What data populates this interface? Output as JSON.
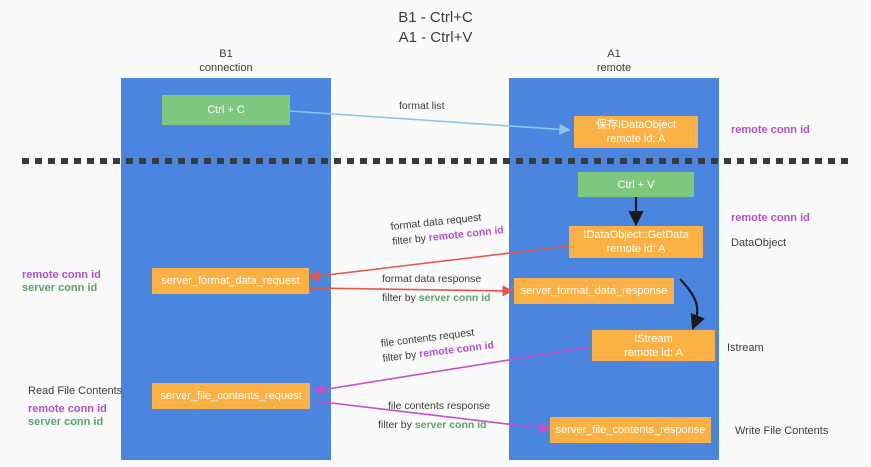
{
  "title": {
    "line1": "B1 - Ctrl+C",
    "line2": "A1 - Ctrl+V"
  },
  "lanes": [
    {
      "id": "b1",
      "name": "B1",
      "role": "connection"
    },
    {
      "id": "a1",
      "name": "A1",
      "role": "remote"
    }
  ],
  "colors": {
    "lane": "#4a86e0",
    "action": "#7ec77e",
    "object": "#fbb143",
    "remote_conn_id": "#b14fd8",
    "server_conn_id": "#5aa469",
    "background": "#fafafa",
    "divider": "#3a3a3a",
    "arrow_format_list": "#8fc4ea",
    "arrow_format_data": "#e8574b",
    "arrow_file_contents": "#c84fc8",
    "arrow_internal": "#1a1a1a"
  },
  "nodes": {
    "ctrl_c": {
      "label": "Ctrl + C"
    },
    "save_idataobject": {
      "line1": "保存IDataObject",
      "line2": "remote id: A"
    },
    "ctrl_v": {
      "label": "Ctrl + V"
    },
    "getdata": {
      "line1": "IDataObject::GetData",
      "line2": "remote id: A"
    },
    "server_format_data_request": {
      "label": "server_format_data_request"
    },
    "server_format_data_response": {
      "label": "server_format_data_response"
    },
    "istream": {
      "line1": "IStream",
      "line2": "remote id: A"
    },
    "server_file_contents_request": {
      "label": "server_file_contents_request"
    },
    "server_file_contents_response": {
      "label": "server_file_contents_response"
    }
  },
  "edges": {
    "format_list": {
      "label": "format list"
    },
    "format_data_request": {
      "line1": "format data request",
      "prefix": "filter by ",
      "id_label": "remote conn id"
    },
    "format_data_response": {
      "line1": "format data response",
      "prefix": "filter by ",
      "id_label": "server conn id"
    },
    "file_contents_request": {
      "line1": "file contents request",
      "prefix": "filter by ",
      "id_label": "remote conn id"
    },
    "file_contents_response": {
      "line1": "file contents response",
      "prefix": "filter by ",
      "id_label": "server conn id"
    }
  },
  "annotations": {
    "right_remote_conn_id_top": "remote conn id",
    "right_remote_conn_id_mid": "remote conn id",
    "right_dataobject": "DataObject",
    "right_istream": "Istream",
    "right_write_file_contents": "Write File Contents",
    "left_remote_conn_id_mid": "remote conn id",
    "left_server_conn_id_mid": "server conn id",
    "left_read_file_contents": "Read File Contents",
    "left_remote_conn_id_bottom": "remote conn id",
    "left_server_conn_id_bottom": "server conn id"
  }
}
